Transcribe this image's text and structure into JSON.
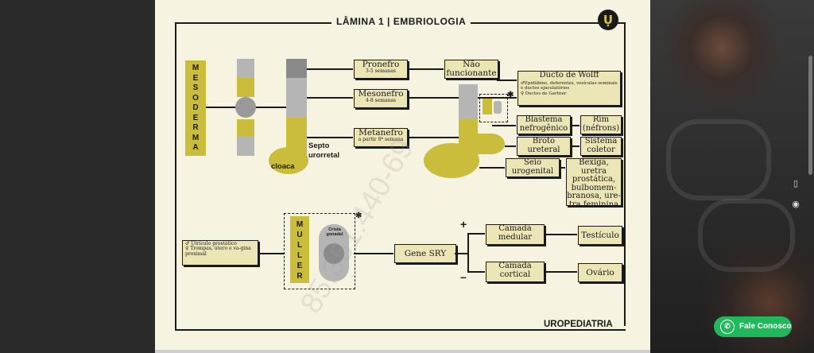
{
  "sheet": {
    "title": "LÂMINA 1 | EMBRIOLOGIA",
    "footer": "UROPEDIATRIA",
    "logo_glyph": "Ụ"
  },
  "columns": {
    "mesoderma_letters": [
      "M",
      "E",
      "S",
      "O",
      "D",
      "E",
      "R",
      "M",
      "A"
    ],
    "muller_letters": [
      "M",
      "U",
      "L",
      "L",
      "E",
      "R"
    ]
  },
  "labels": {
    "cloaca": "cloaca",
    "septo": "Septo",
    "urorretal": "urorretal",
    "crista_gonadal": "Crista gonadal",
    "plus": "+",
    "minus": "–",
    "asterisk1": "✱",
    "asterisk2": "✱"
  },
  "boxes": {
    "pronefro": {
      "title": "Pronefro",
      "sub": "3-5 semanas"
    },
    "nao_funcionante": "Não funcionante",
    "mesonefro": {
      "title": "Mesonefro",
      "sub": "4-8 semanas"
    },
    "metanefro": {
      "title": "Metanefro",
      "sub": "a partir 8ª semana"
    },
    "ducto_wolff": {
      "title": "Ducto de Wolff",
      "male": "♂Epidídimo, deferentes, vesículas seminais e ductos ejaculatórios",
      "female": "♀ Ductos de Gartner"
    },
    "blastema": "Blastema nefrogênico",
    "rim": "Rim (néfrons)",
    "broto": "Broto ureteral",
    "sistema_coletor": "Sistema coletor",
    "seio": "Seio urogenital",
    "bexiga": "Bexiga, uretra prostática, bulbomem-branosa, ure-tra feminina",
    "gene_sry": "Gene SRY",
    "camada_medular": "Camada medular",
    "camada_cortical": "Camada cortical",
    "testiculo": "Testículo",
    "ovario": "Ovário",
    "utriculo_male": "♂ Utrículo prostático",
    "utriculo_female": "♀ Trompas, útero e va-gina proximal"
  },
  "watermark": "85.351.440-69",
  "widgets": {
    "fale_conosco": "Fale Conosco",
    "side_icons": [
      "book-icon",
      "color-wheel-icon"
    ]
  },
  "colors": {
    "yellow": "#c9bd3b",
    "box_fill": "#ece5b5",
    "paper": "#f7f3e1",
    "gray": "#a9a9a9",
    "whatsapp": "#1fb85a"
  }
}
